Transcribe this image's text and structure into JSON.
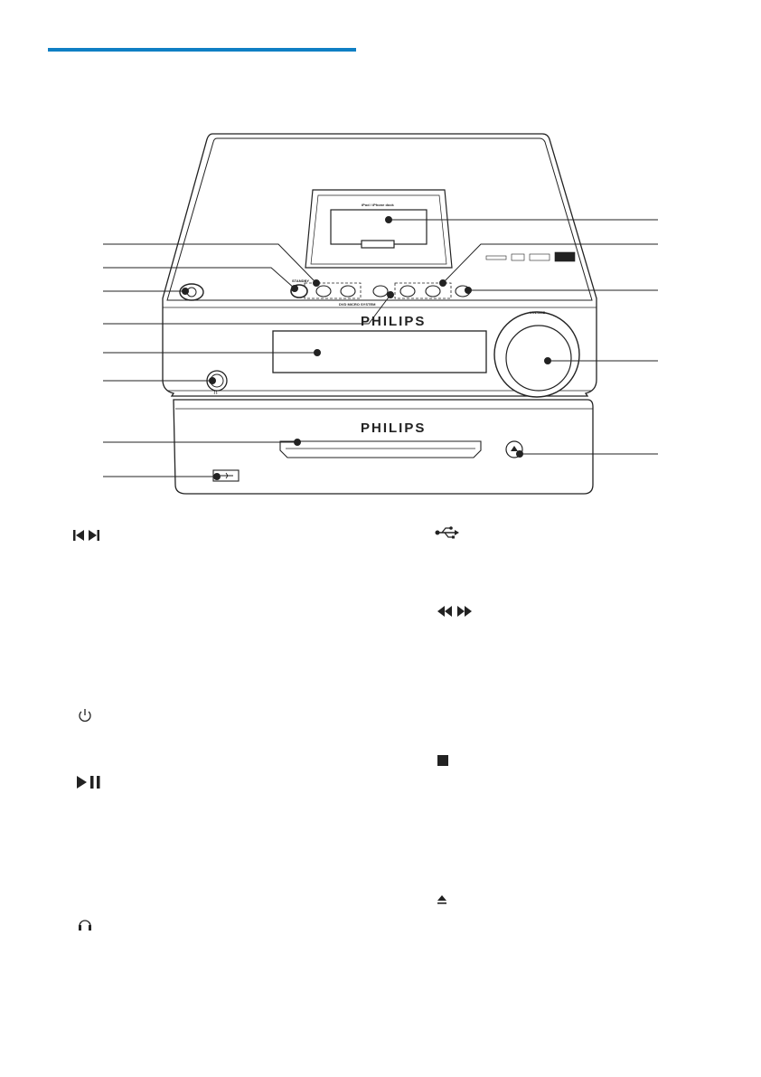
{
  "header": {
    "accent_color": "#0f7fc4"
  },
  "product": {
    "brand_top": "PHILIPS",
    "brand_bottom": "PHILIPS",
    "volume_label": "VOLUME",
    "standby_label": "STANDBY",
    "dock_label": "iPod / iPhone dock",
    "panel_caption": "DVD MICRO SYSTEM"
  },
  "legend": {
    "left": [
      {
        "icon": "prev-next-icon"
      },
      {
        "icon": "power-icon"
      },
      {
        "icon": "play-pause-icon"
      },
      {
        "icon": "headphones-icon"
      }
    ],
    "right": [
      {
        "icon": "usb-icon"
      },
      {
        "icon": "rewind-forward-icon"
      },
      {
        "icon": "stop-icon"
      },
      {
        "icon": "eject-icon"
      }
    ]
  }
}
